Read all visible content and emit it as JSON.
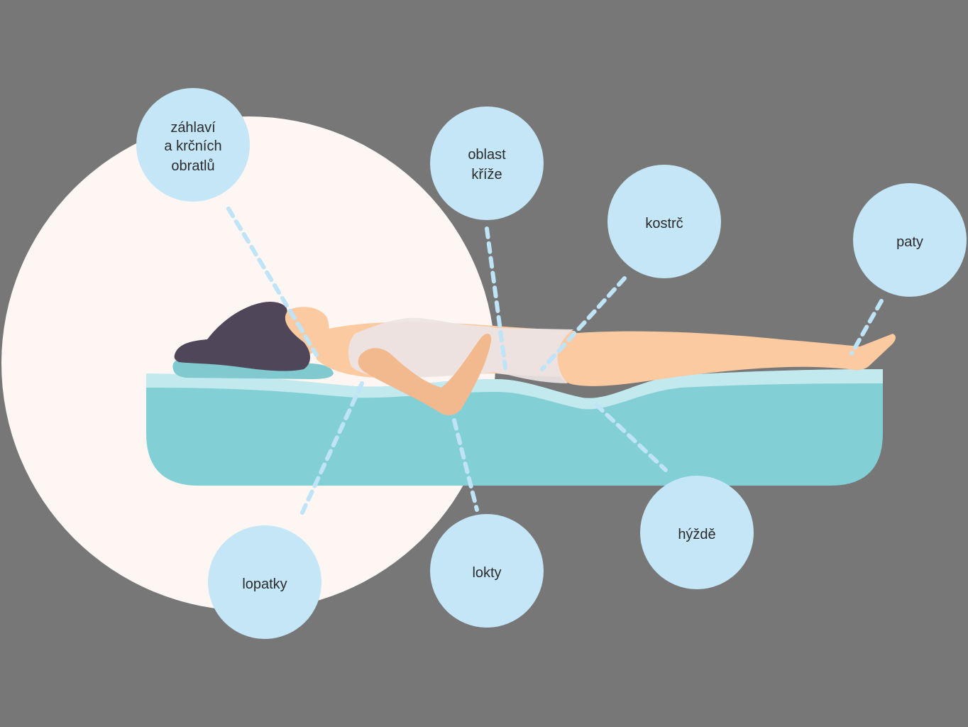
{
  "colors": {
    "background": "#777777",
    "halo": "#fdf6f3",
    "bubble": "#c4e6f7",
    "leader": "#bfe3f7",
    "mattress": "#82cfd6",
    "mattress_top": "#c2e9ee",
    "pillow": "#7fc9cf",
    "skin": "#fccaa0",
    "skin_shadow": "#f3b98e",
    "hair": "#4f4659",
    "garment": "#ece4e4"
  },
  "labels": {
    "head_neck": [
      "záhlaví",
      "a krčních",
      "obratlů"
    ],
    "sacrum": [
      "oblast",
      "kříže"
    ],
    "coccyx": [
      "kostrč"
    ],
    "heels": [
      "paty"
    ],
    "shoulder_blades": [
      "lopatky"
    ],
    "elbows": [
      "lokty"
    ],
    "buttocks": [
      "hýždě"
    ]
  }
}
